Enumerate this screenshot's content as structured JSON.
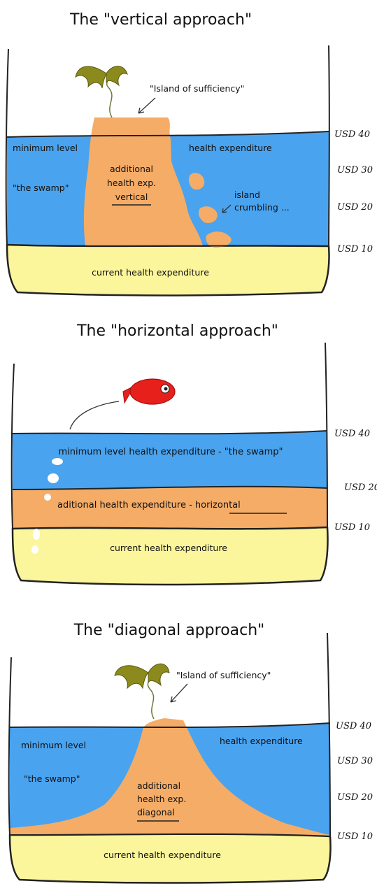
{
  "vertical": {
    "title": "The \"vertical approach\"",
    "island_label": "\"Island of sufficiency\"",
    "min_level": "minimum level",
    "health_exp": "health expenditure",
    "swamp": "\"the swamp\"",
    "additional_1": "additional",
    "additional_2": "health exp.",
    "additional_3": "vertical",
    "crumbling_1": "island",
    "crumbling_2": "crumbling ...",
    "current": "current health expenditure",
    "usd_40": "USD 40",
    "usd_30": "USD 30",
    "usd_20": "USD 20",
    "usd_10": "USD 10"
  },
  "horizontal": {
    "title": "The \"horizontal approach\"",
    "swamp_text": "minimum level health expenditure - \"the swamp\"",
    "additional_prefix": "aditional health expenditure - ",
    "additional_word": "horizontal",
    "current": "current health expenditure",
    "usd_40": "USD 40",
    "usd_20": "USD 20",
    "usd_10": "USD 10"
  },
  "diagonal": {
    "title": "The \"diagonal approach\"",
    "island_label": "\"Island of sufficiency\"",
    "min_level": "minimum level",
    "health_exp": "health expenditure",
    "swamp": "\"the swamp\"",
    "additional_1": "additional",
    "additional_2": "health exp.",
    "additional_3": "diagonal",
    "current": "current health expenditure",
    "usd_40": "USD 40",
    "usd_30": "USD 30",
    "usd_20": "USD 20",
    "usd_10": "USD 10"
  },
  "colors": {
    "water": "#4aa3ee",
    "sand": "#fbf59c",
    "orange": "#f5ac66",
    "fish": "#e8201c"
  }
}
